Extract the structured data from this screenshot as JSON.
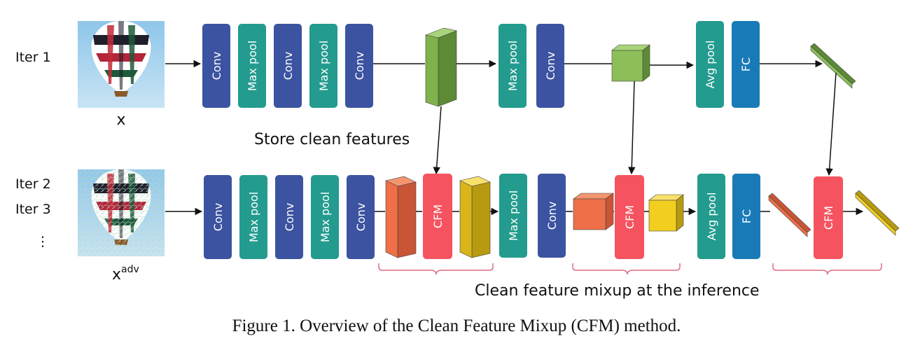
{
  "rows": {
    "top": {
      "iter_label": "Iter 1",
      "input_label": "x"
    },
    "bottom": {
      "iter_labels": [
        "Iter 2",
        "Iter 3",
        "⋮"
      ],
      "input_label_base": "x",
      "input_label_sup": "adv"
    }
  },
  "blocks": {
    "conv": "Conv",
    "max_pool": "Max pool",
    "avg_pool": "Avg pool",
    "fc": "FC",
    "cfm": "CFM"
  },
  "annotations": {
    "store": "Store clean features",
    "mixup": "Clean feature mixup at the inference"
  },
  "caption": "Figure 1. Overview of the Clean Feature Mixup (CFM) method.",
  "colors": {
    "conv": "#3b53a0",
    "pool": "#239b8e",
    "fc": "#1a7ab8",
    "cfm": "#f5535f",
    "clean_feature": "#8cbf5a",
    "orange_feature": "#ee6f48",
    "yellow_feature": "#f2cf1e",
    "bracket": "#e06a86"
  }
}
